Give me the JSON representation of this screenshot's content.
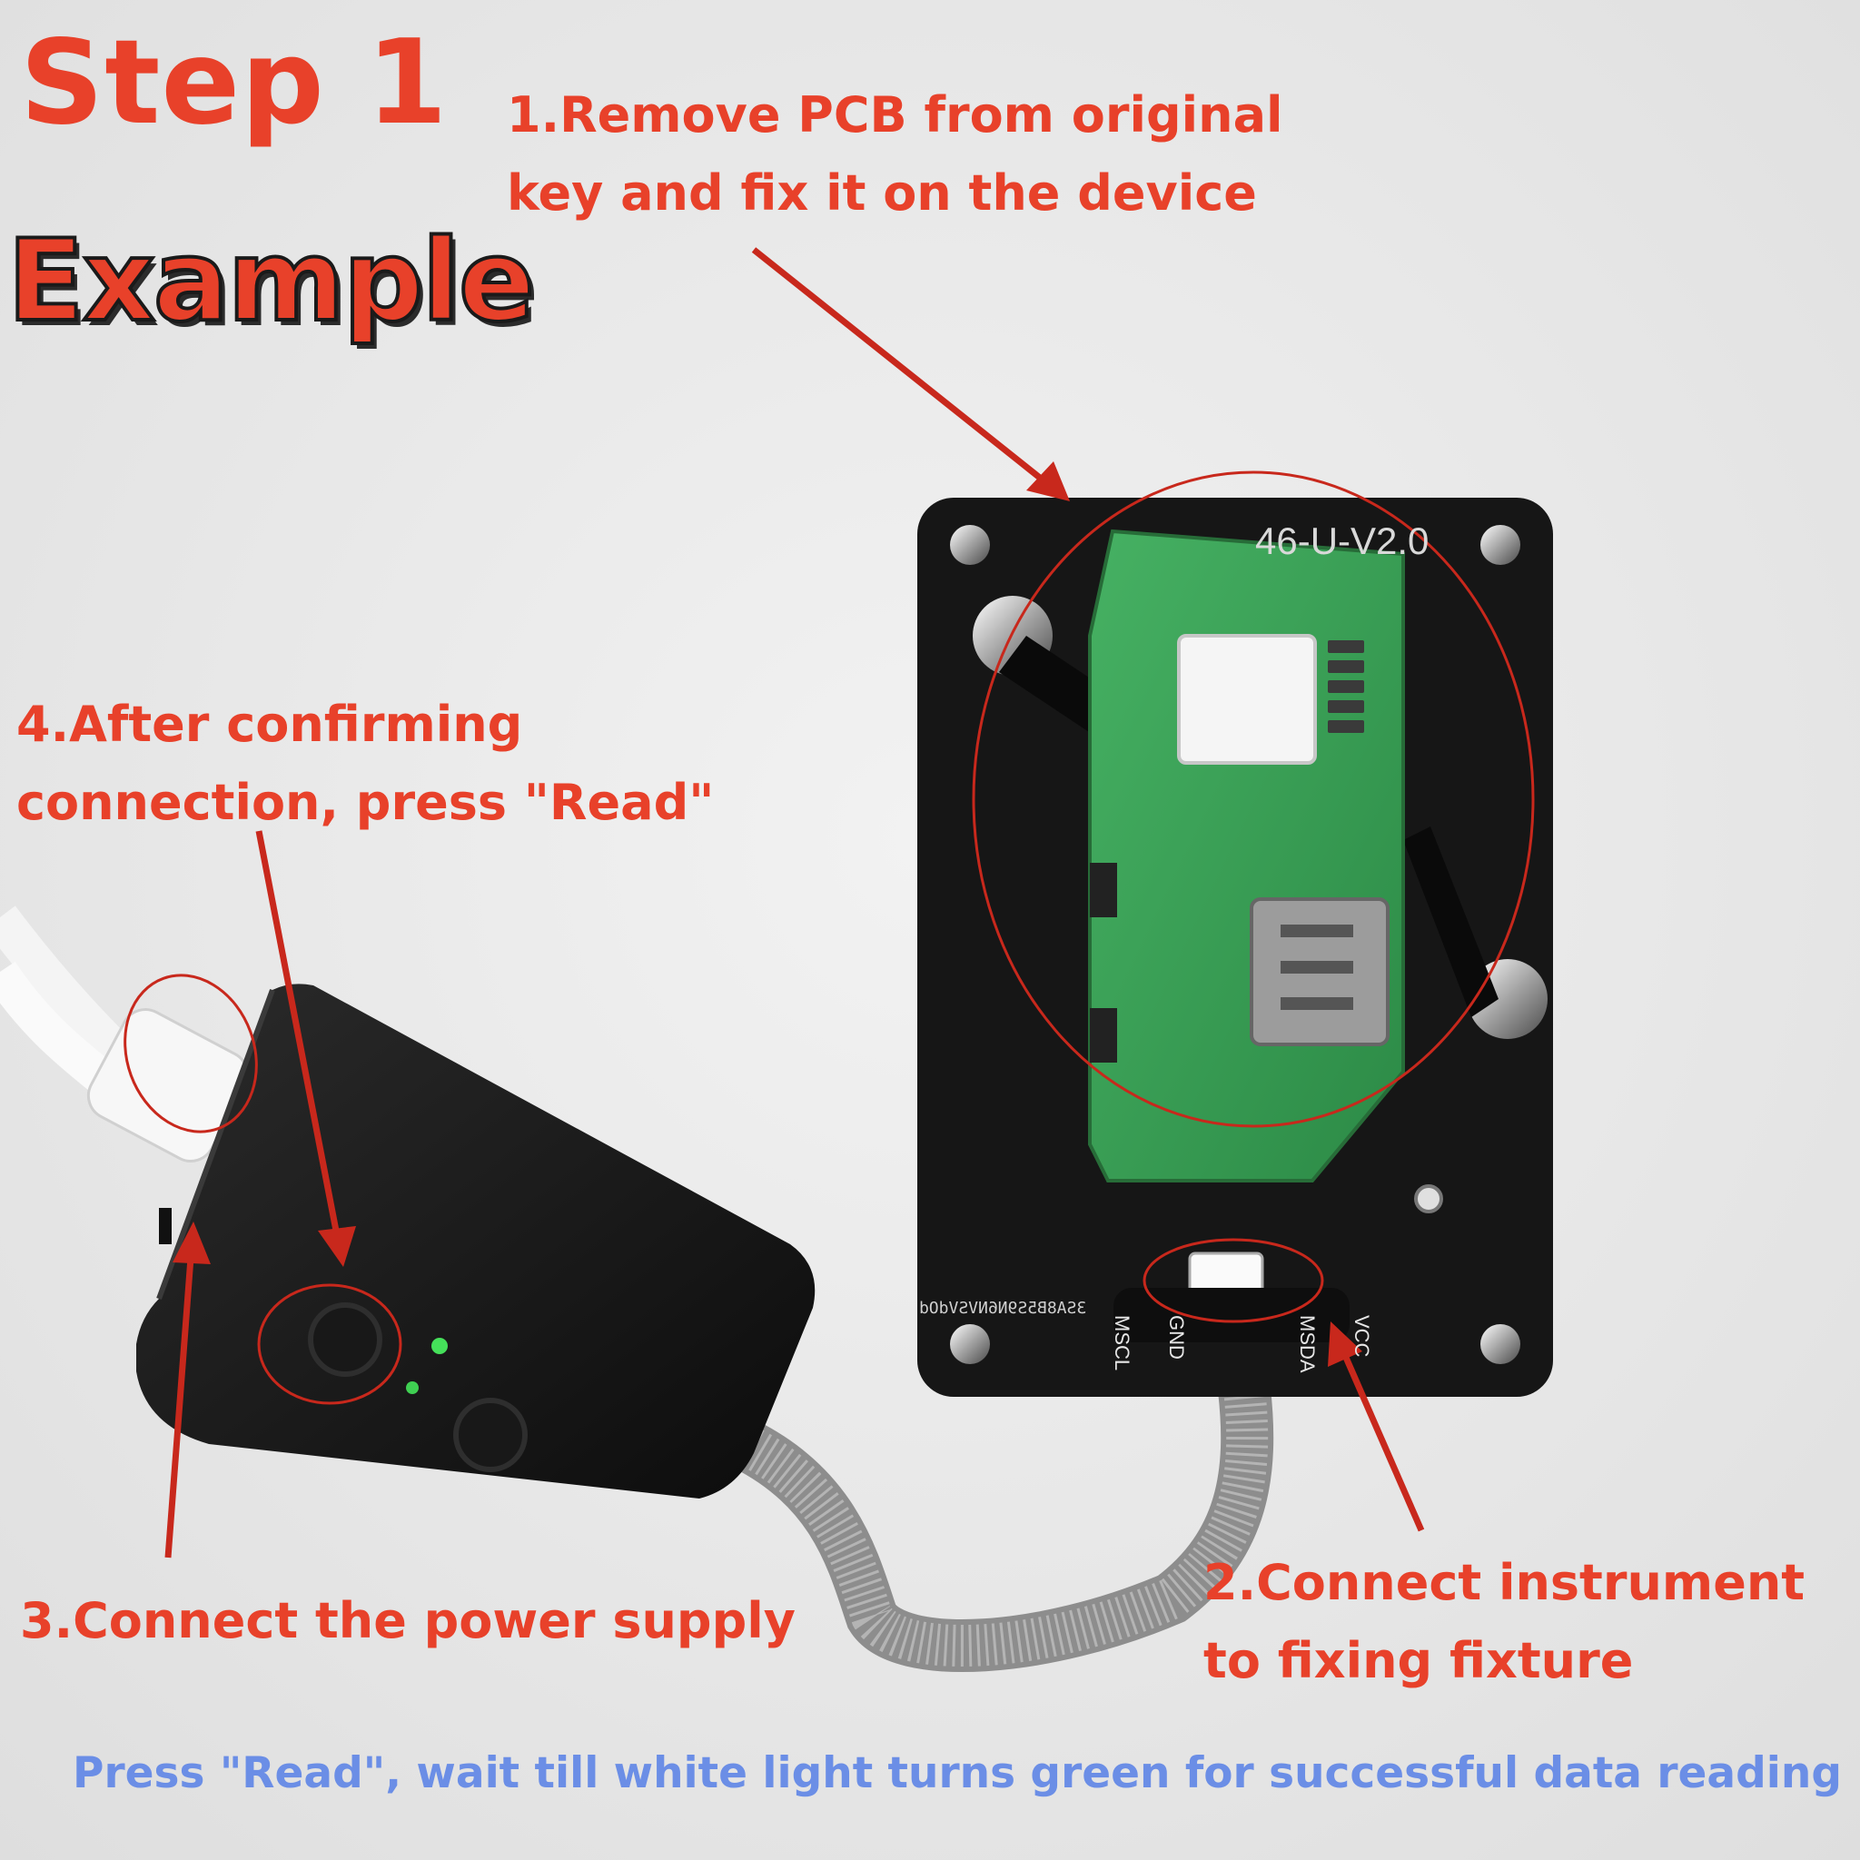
{
  "heading": {
    "step": "Step 1",
    "example": "Example"
  },
  "notes": {
    "remove_pcb": [
      "1.Remove PCB from original",
      "key and fix it on the device"
    ],
    "connect_instrument": [
      "2.Connect instrument",
      "to fixing fixture"
    ],
    "power_supply": "3.Connect the power supply",
    "press_read": [
      "4.After confirming",
      "connection, press \"Read\""
    ]
  },
  "footer": "Press \"Read\", wait till white light turns green for successful data reading",
  "fixture": {
    "board_label": "46-U-V2.0",
    "pins": [
      "MSCL",
      "GND",
      "MSDA",
      "VCC"
    ],
    "serial_print": "3SA8B5S9N6NVSVdOd"
  },
  "colors": {
    "accent_red": "#e8412a",
    "arrow_red": "#c8281c",
    "footer_blue": "#6b8ee6",
    "pcb_green": "#3aa157",
    "led_green": "#45e05a"
  }
}
